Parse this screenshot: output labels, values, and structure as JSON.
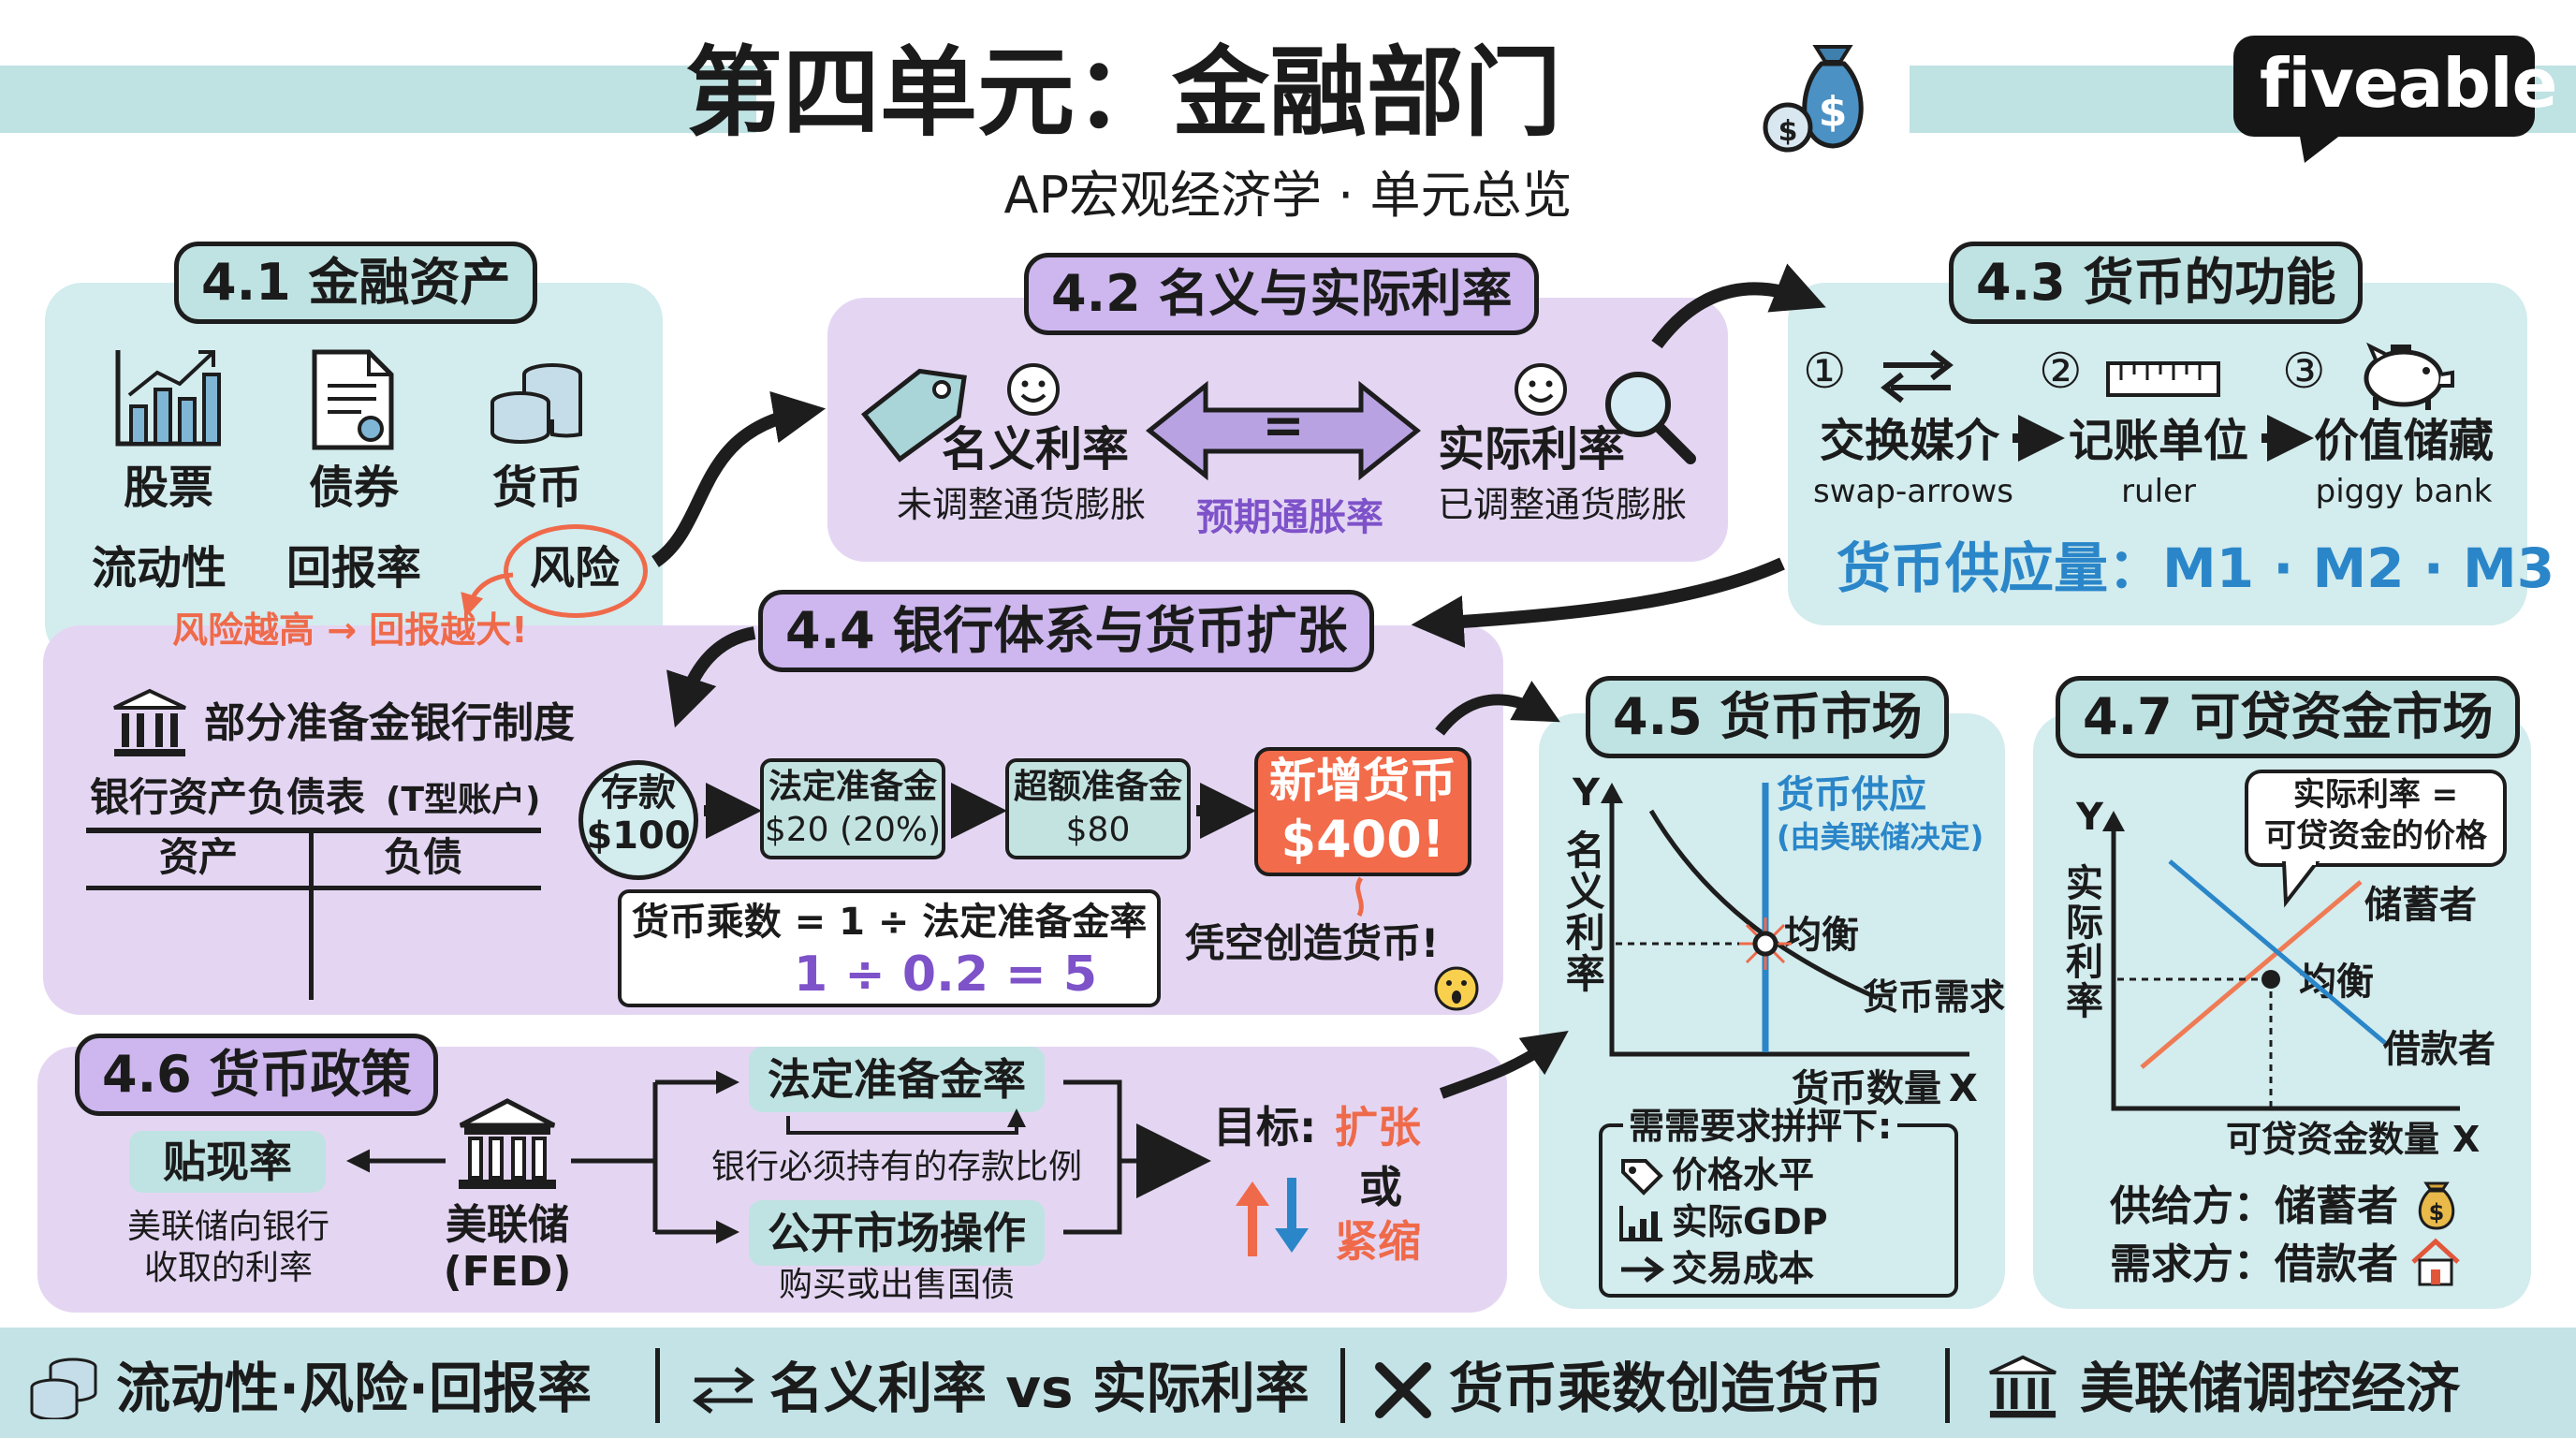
{
  "header": {
    "title": "第四单元：金融部门",
    "subtitle": "AP宏观经济学 · 单元总览",
    "brand": "fiveable"
  },
  "s41": {
    "label": "4.1 金融资产",
    "assets": [
      "股票",
      "债券",
      "货币"
    ],
    "traits": [
      "流动性",
      "回报率",
      "风险"
    ],
    "note": "风险越高 → 回报越大!"
  },
  "s42": {
    "label": "4.2 名义与实际利率",
    "nominal": "名义利率",
    "nominal_sub": "未调整通货膨胀",
    "equals": "=",
    "expected": "预期通胀率",
    "real": "实际利率",
    "real_sub": "已调整通货膨胀"
  },
  "s43": {
    "label": "4.3 货币的功能",
    "functions": [
      {
        "num": "①",
        "name": "交换媒介",
        "icon": "swap-arrows"
      },
      {
        "num": "②",
        "name": "记账单位",
        "icon": "ruler"
      },
      {
        "num": "③",
        "name": "价值储藏",
        "icon": "piggy bank"
      }
    ],
    "supply": "货币供应量：M1 · M2 · M3"
  },
  "s44": {
    "label": "4.4 银行体系与货币扩张",
    "system": "部分准备金银行制度",
    "tacct_title": "银行资产负债表",
    "tacct_note": "(T型账户)",
    "assets_col": "资产",
    "liab_col": "负债",
    "deposit": [
      "存款",
      "$100"
    ],
    "required": [
      "法定准备金",
      "$20 (20%)"
    ],
    "excess": [
      "超额准备金",
      "$80"
    ],
    "new_money": [
      "新增货币",
      "$400!"
    ],
    "multiplier_formula": "货币乘数 = 1 ÷ 法定准备金率",
    "multiplier_calc": "1 ÷ 0.2 = 5",
    "thin_air": "凭空创造货币!"
  },
  "s45": {
    "label": "4.5 货币市场",
    "y_axis": "Y",
    "x_axis": "X",
    "ylabel": "名义利率",
    "xlabel": "货币数量",
    "supply": "货币供应",
    "supply_note": "(由美联储决定)",
    "equilibrium": "均衡",
    "demand": "货币需求",
    "shifters_title": "需需要求拼抨下:",
    "shifters": [
      "价格水平",
      "实际GDP",
      "交易成本"
    ]
  },
  "s46": {
    "label": "4.6 货币政策",
    "discount": "贴现率",
    "discount_desc": [
      "美联储向银行",
      "收取的利率"
    ],
    "fed": [
      "美联储",
      "(FED)"
    ],
    "reserve": "法定准备金率",
    "reserve_desc": "银行必须持有的存款比例",
    "omo": "公开市场操作",
    "omo_desc": "购买或出售国债",
    "goal": "目标:",
    "expand": "扩张",
    "or": "或",
    "contract": "紧缩"
  },
  "s47": {
    "label": "4.7 可贷资金市场",
    "y_axis": "Y",
    "x_axis": "X",
    "ylabel": "实际利率",
    "xlabel": "可贷资金数量",
    "callout": [
      "实际利率 =",
      "可贷资金的价格"
    ],
    "savers": "储蓄者",
    "equilibrium": "均衡",
    "borrowers": "借款者",
    "supply_side": "供给方：储蓄者",
    "demand_side": "需求方：借款者"
  },
  "footer": {
    "items": [
      "流动性·风险·回报率",
      "名义利率 vs 实际利率",
      "货币乘数创造货币",
      "美联储调控经济"
    ]
  },
  "colors": {
    "teal_panel": "#d3ecee",
    "lavender_panel": "#e4d6f3",
    "supply_blue": "#2a86c8",
    "savers_orange": "#ef7b55",
    "accent_red": "#ef6a4a"
  }
}
